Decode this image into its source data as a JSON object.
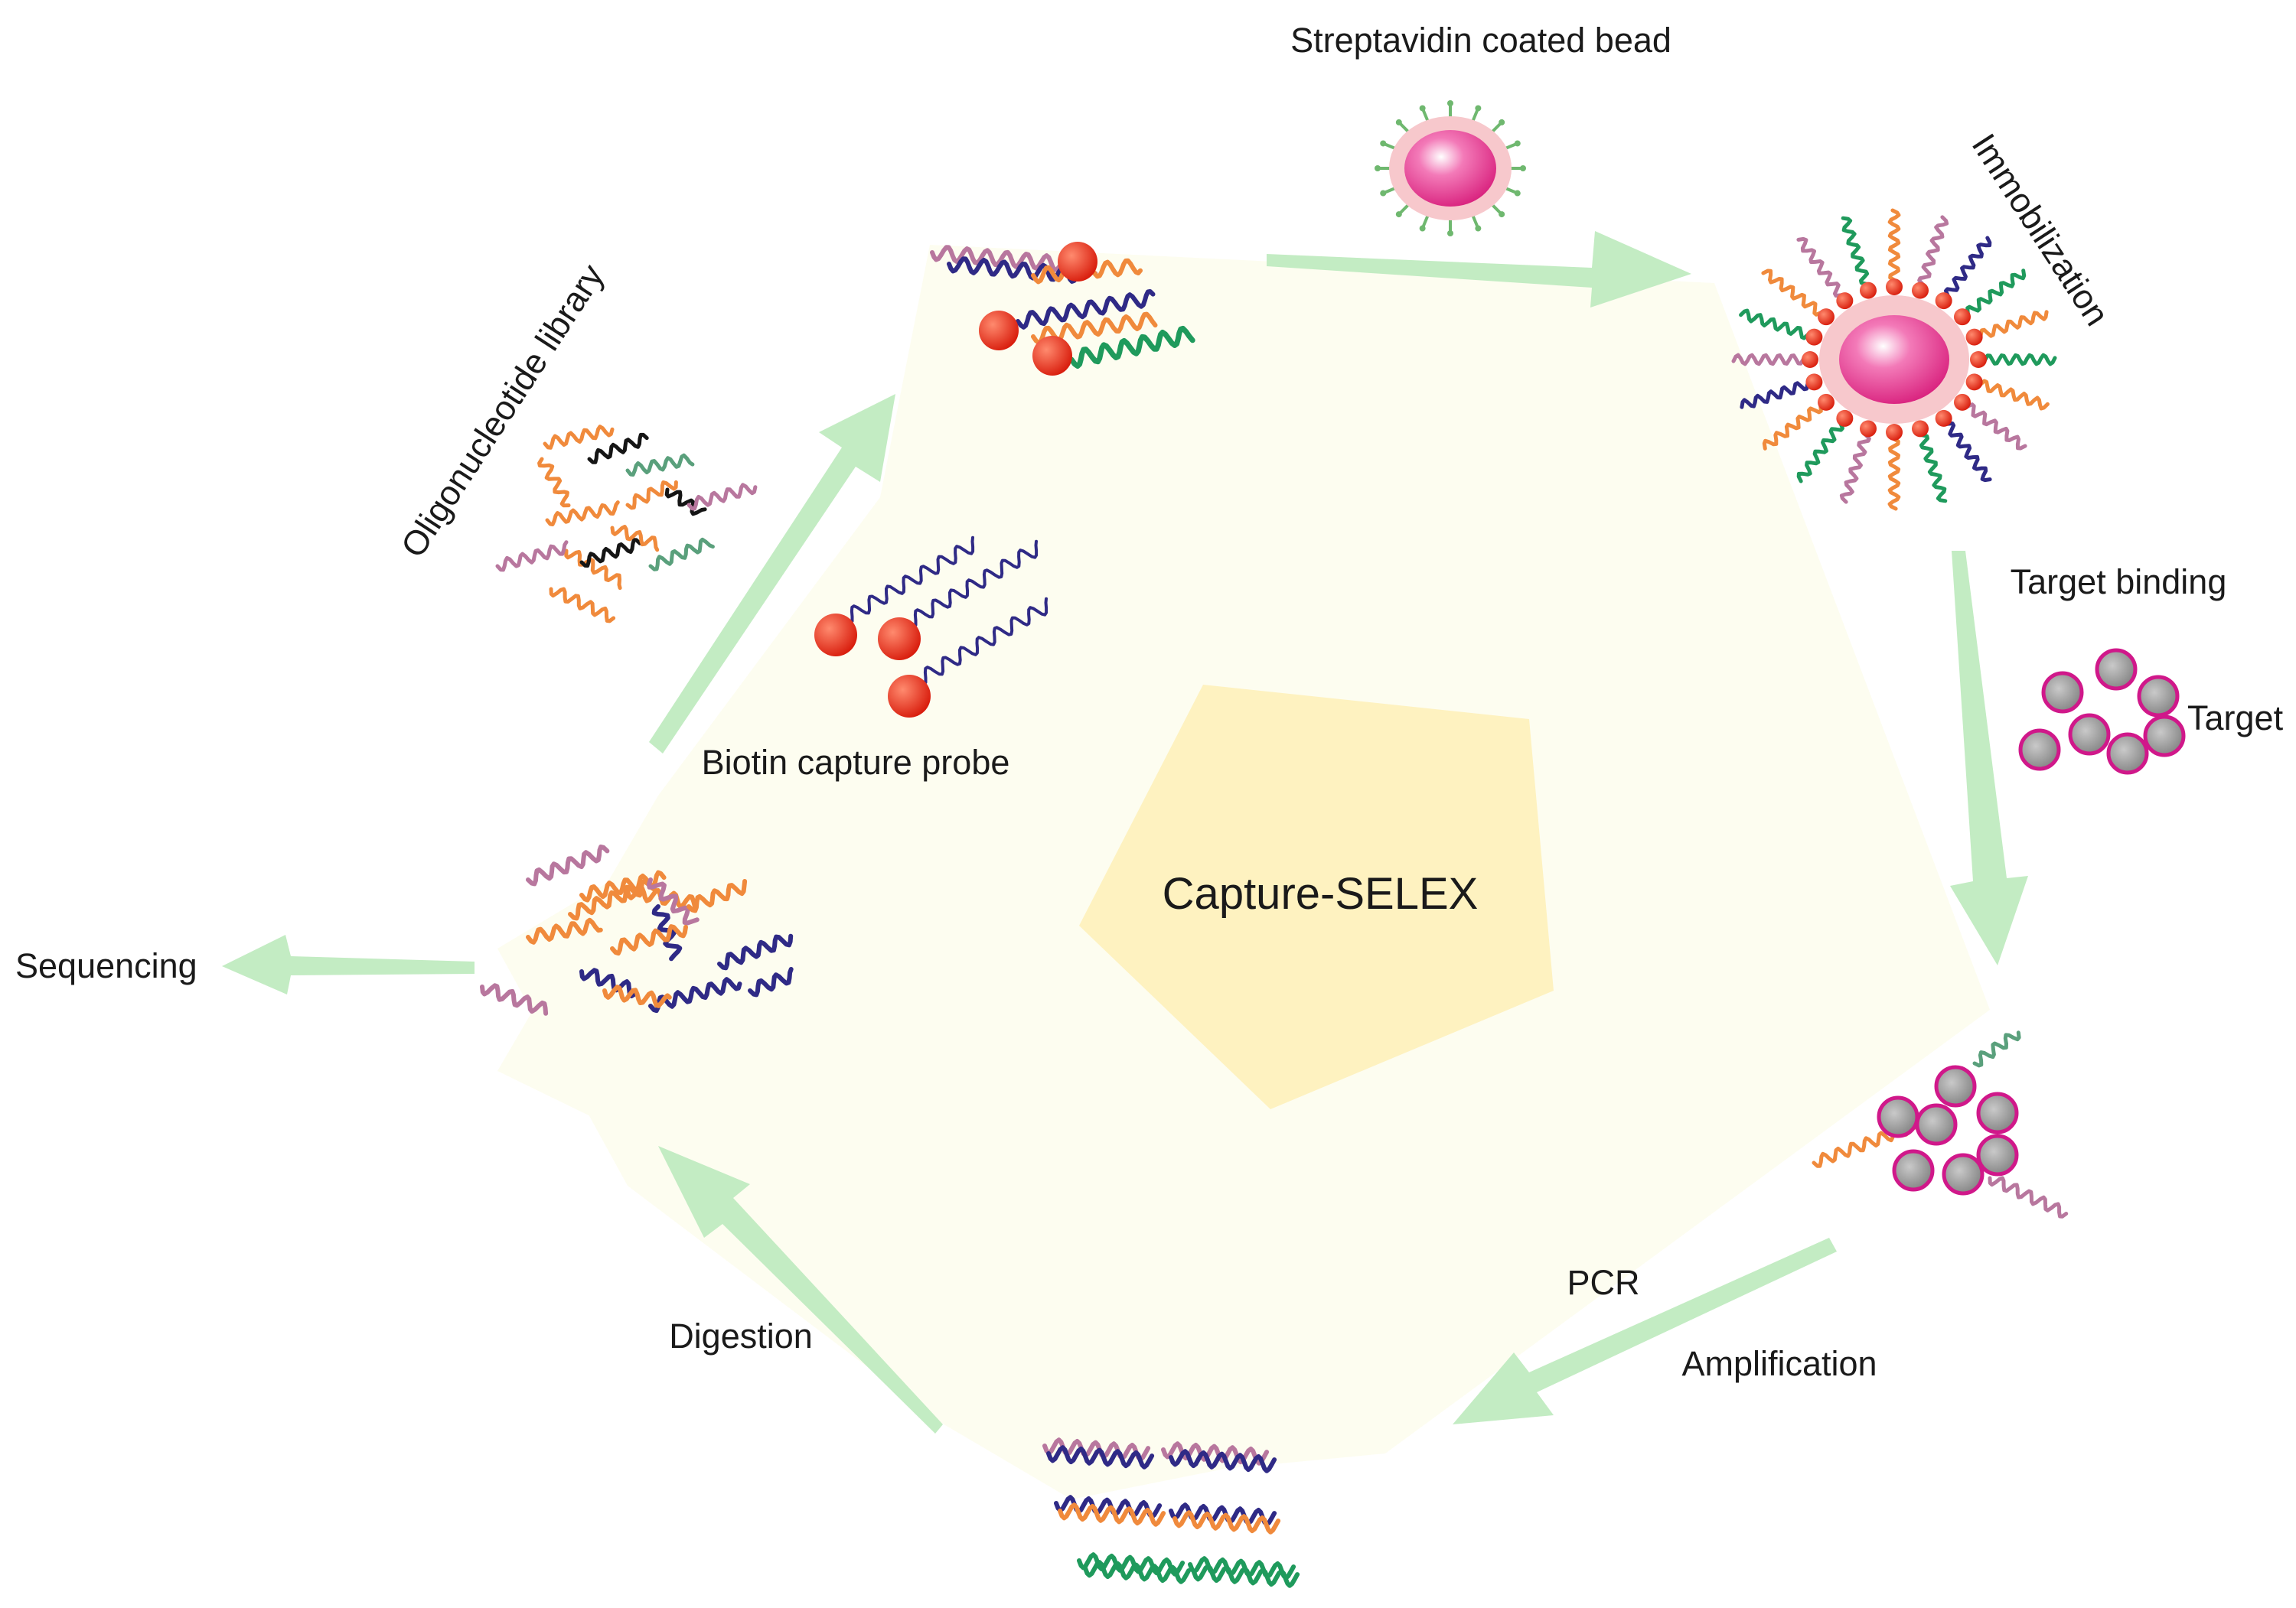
{
  "center_label": "Capture-SELEX",
  "labels": {
    "streptavidin_bead": "Streptavidin coated bead",
    "immobilization": "Immobilization",
    "oligonucleotide_library": "Oligonucleotide library",
    "biotin_capture_probe": "Biotin capture probe",
    "target_binding": "Target binding",
    "target": "Target",
    "pcr": "PCR",
    "amplification": "Amplification",
    "digestion": "Digestion",
    "sequencing": "Sequencing"
  },
  "colors": {
    "background_pentagon": "#fdfdf0",
    "center_pentagon": "#fef2c0",
    "arrow": "#c3ecc3",
    "biotin": "#e8331c",
    "bead": "#e2358c",
    "bead_halo": "#f7c8cc",
    "target_fill": "#9a9a9a",
    "target_stroke": "#d0188a",
    "strand_orange": "#f08a3c",
    "strand_navy": "#2f2a86",
    "strand_mauve": "#b8779e",
    "strand_green": "#1f9a5c",
    "strand_sage": "#5aa07c",
    "strand_black": "#151515"
  }
}
